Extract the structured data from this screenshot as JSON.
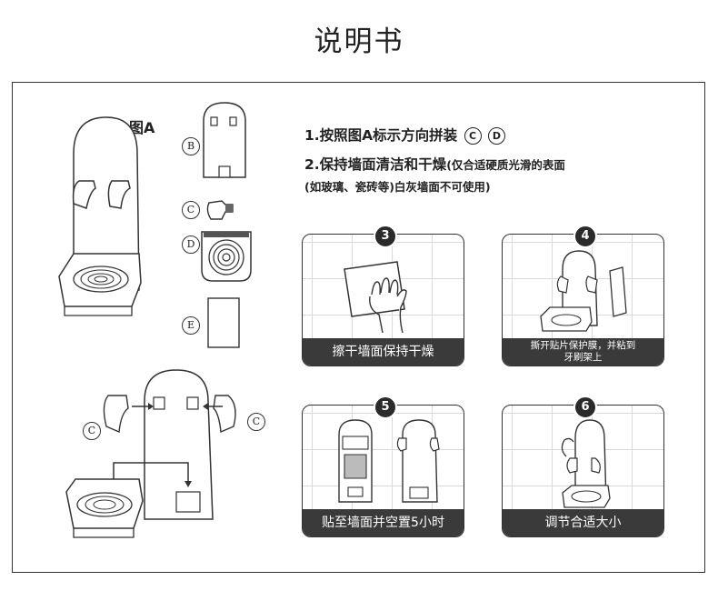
{
  "page": {
    "title": "说明书"
  },
  "figure": {
    "label": "图A",
    "parts": [
      "B",
      "C",
      "D",
      "E"
    ],
    "callouts": [
      "C",
      "C"
    ]
  },
  "steps": {
    "line1_text": "1.按照图A标示方向拼装",
    "line1_marks": [
      "C",
      "D"
    ],
    "line2_text": "2.保持墙面清洁和干燥",
    "line2_note": "(仅合适硬质光滑的表面",
    "line3_text": "(如玻璃、瓷砖等)白灰墙面不可使用)"
  },
  "panels": [
    {
      "number": "3",
      "caption": "擦干墙面保持干燥"
    },
    {
      "number": "4",
      "caption_line1": "撕开贴片保护膜，并粘到",
      "caption_line2": "牙刷架上"
    },
    {
      "number": "5",
      "caption": "贴至墙面并空置5小时"
    },
    {
      "number": "6",
      "caption": "调节合适大小"
    }
  ]
}
